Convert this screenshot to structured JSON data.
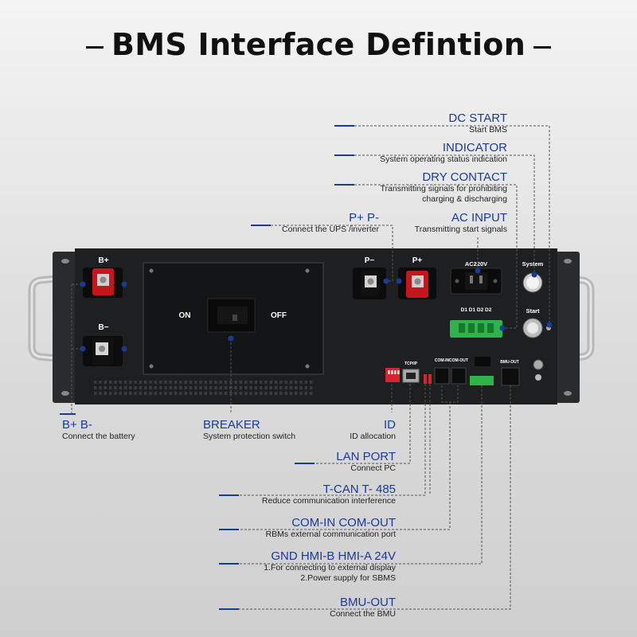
{
  "title": "BMS Interface Defintion",
  "device": {
    "b_plus": "B+",
    "b_minus": "B−",
    "p_minus": "P−",
    "p_plus": "P+",
    "ac_voltage": "AC220V",
    "system": "System",
    "start": "Start",
    "on": "ON",
    "off": "OFF",
    "dry_pins": "D1 D1 D2 D2",
    "tcp_ip": "TCP/IP",
    "com_in": "COM-IN",
    "com_out": "COM-OUT",
    "bmu_out": "BMU-OUT"
  },
  "labels": {
    "dc_start": {
      "heading": "DC START",
      "desc": "Start BMS"
    },
    "indicator": {
      "heading": "INDICATOR",
      "desc": "System operating status indication"
    },
    "dry_contact": {
      "heading": "DRY CONTACT",
      "desc1": "Transmitting signals for prohibiting",
      "desc2": "charging & discharging"
    },
    "ac_input": {
      "heading": "AC INPUT",
      "desc": "Transmitting start signals"
    },
    "p_plus_minus": {
      "heading": "P+ P-",
      "desc": "Connect the UPS /inverter"
    },
    "b_plus_minus": {
      "heading": "B+ B-",
      "desc": "Connect the battery"
    },
    "breaker": {
      "heading": "BREAKER",
      "desc": "System protection switch"
    },
    "id": {
      "heading": "ID",
      "desc": "ID allocation"
    },
    "lan_port": {
      "heading": "LAN PORT",
      "desc": "Connect PC"
    },
    "tcan": {
      "heading": "T-CAN T- 485",
      "desc": "Reduce communication interference"
    },
    "com": {
      "heading": "COM-IN COM-OUT",
      "desc": "RBMs external communication port"
    },
    "gnd": {
      "heading": "GND HMI-B HMI-A 24V",
      "desc1": "1.For connecting to external display",
      "desc2": "2.Power supply for SBMS"
    },
    "bmu_out": {
      "heading": "BMU-OUT",
      "desc": "Connect the BMU"
    }
  },
  "colors": {
    "accent_blue": "#1a3a9a",
    "terminal_red": "#c4161c",
    "connector_green": "#2fb34a",
    "panel": "#1e1f21"
  }
}
